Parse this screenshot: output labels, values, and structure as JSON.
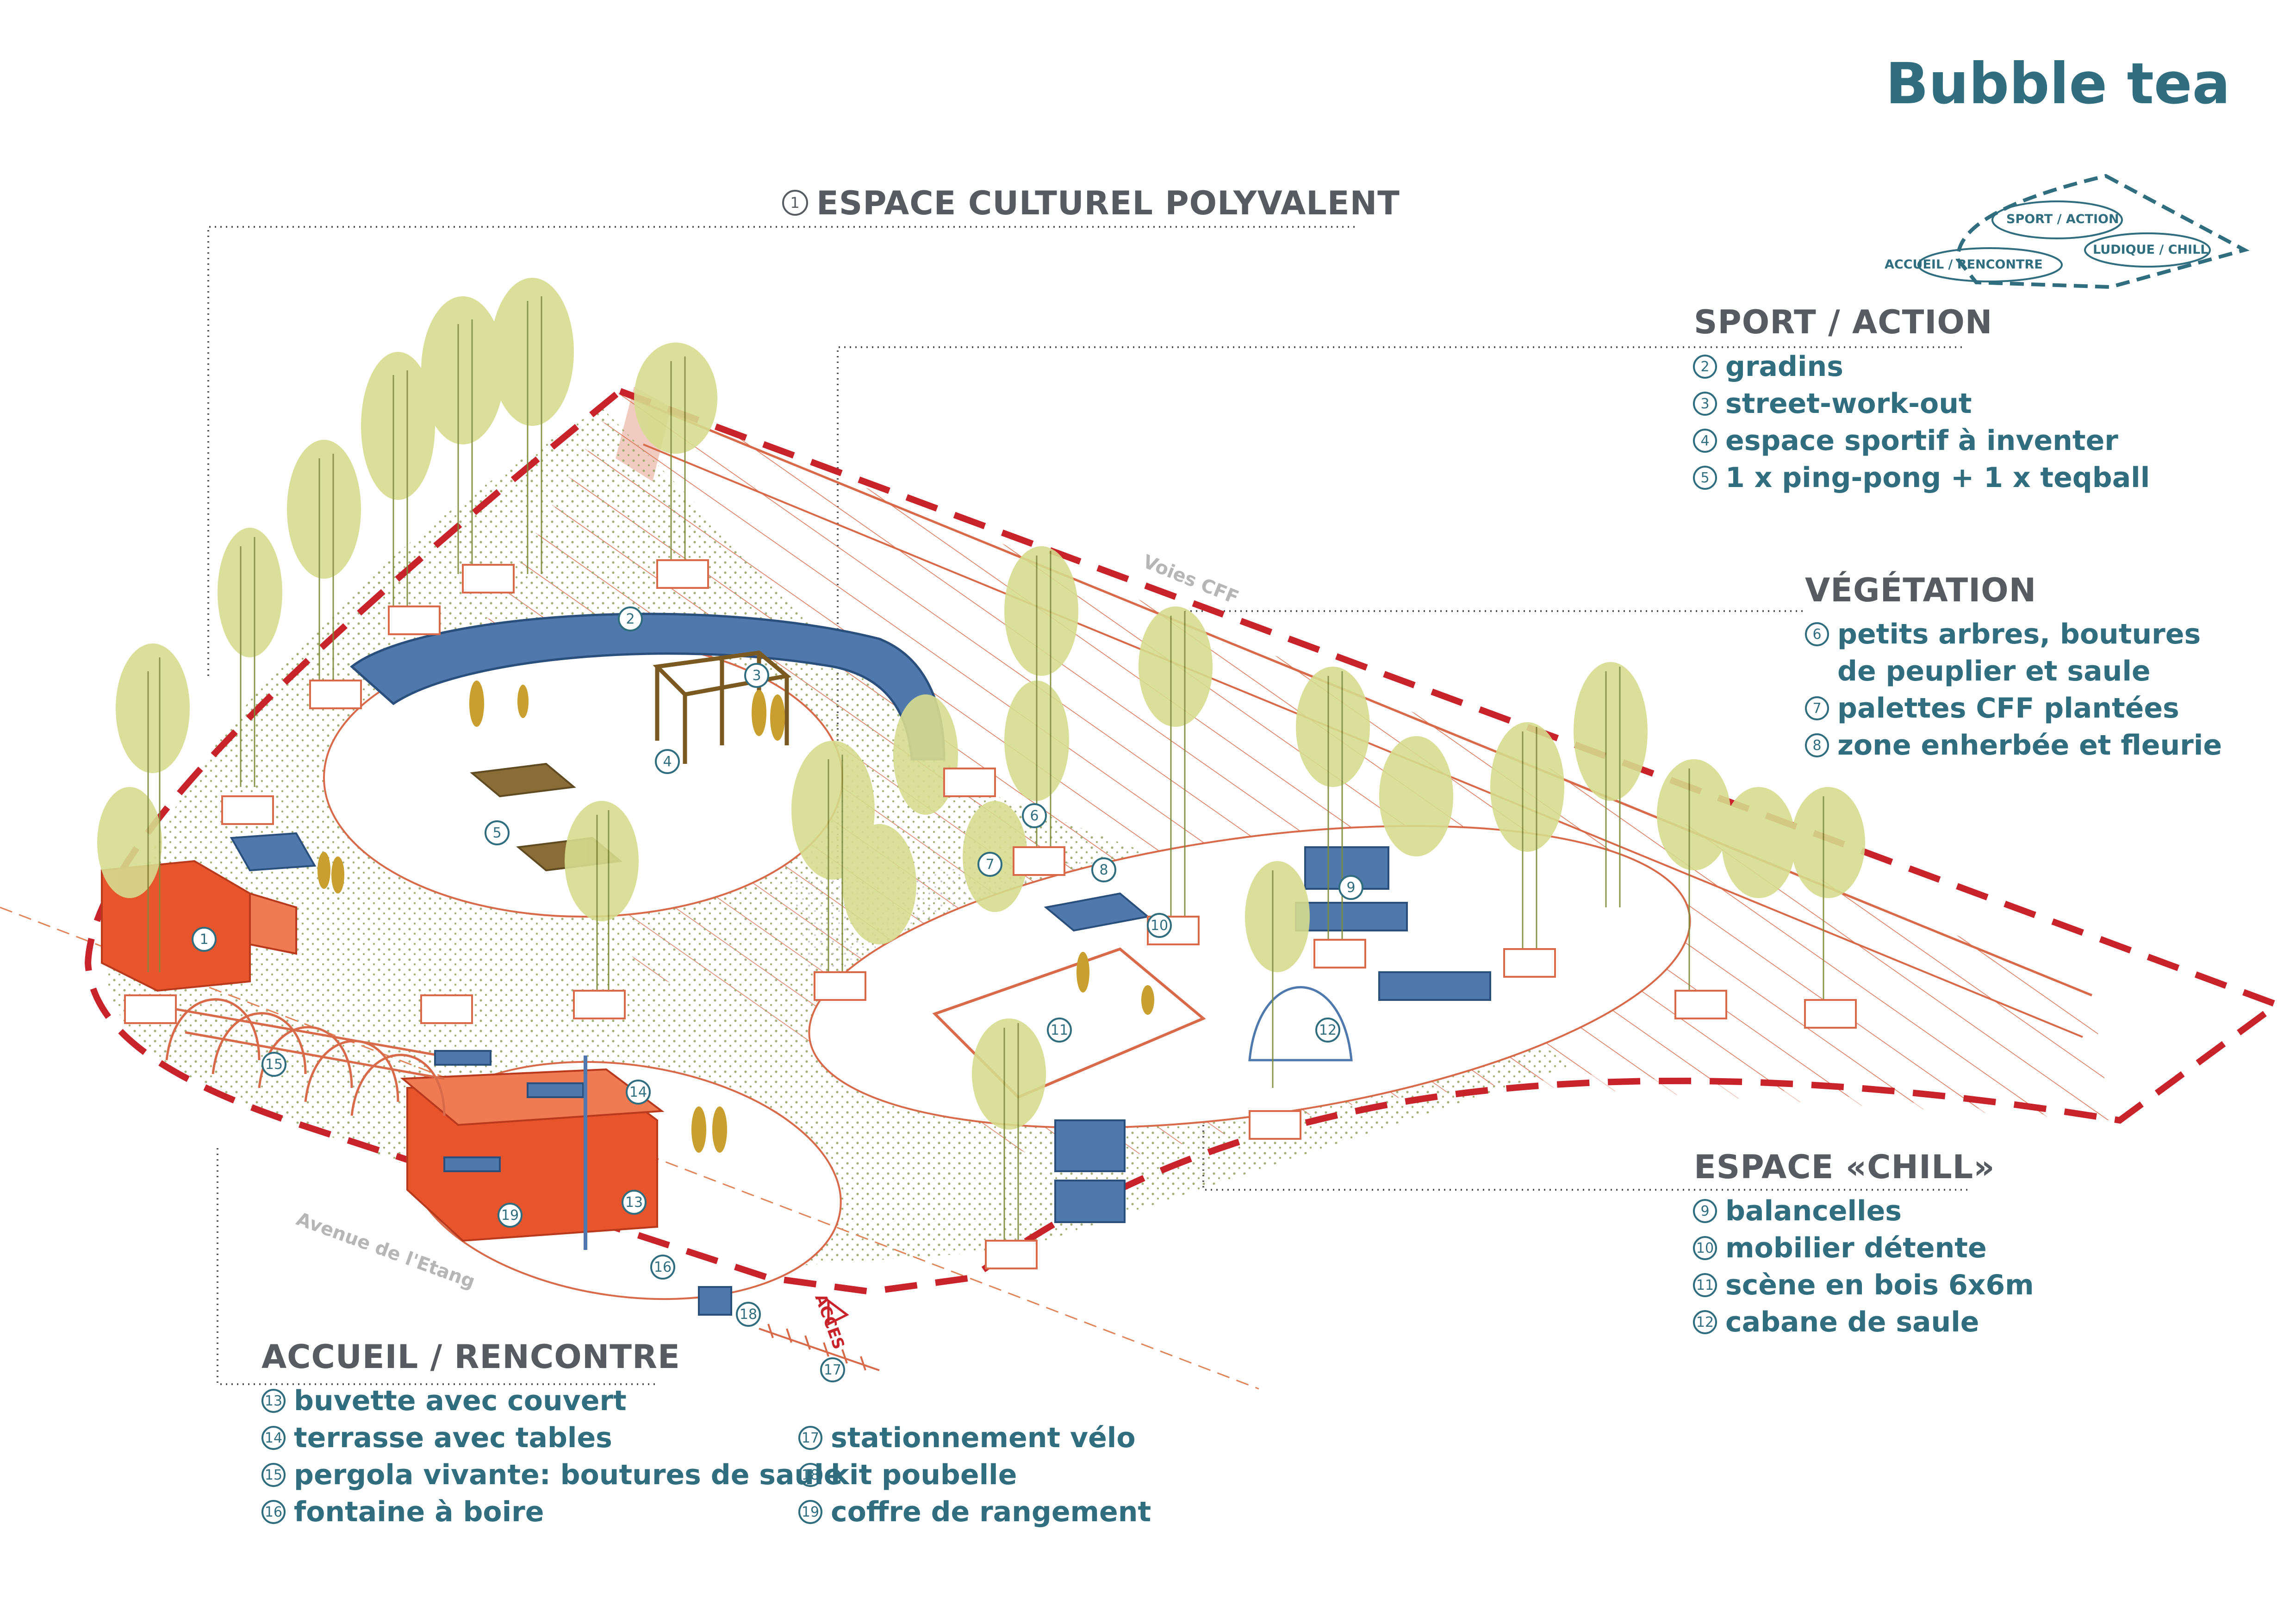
{
  "title": "Bubble tea",
  "colors": {
    "accent_teal": "#2f6d7f",
    "heading_gray": "#555b60",
    "boundary_red": "#c8232b",
    "hatch_red": "#d86a4a",
    "tree_canopy": "#d6dc8e",
    "tree_trunk": "#7d8a3a",
    "buvette_orange": "#e8542c",
    "furniture_blue": "#4f78ad",
    "people_ochre": "#c9a030",
    "street_label_gray": "#b6b6b6"
  },
  "zones": {
    "culturel": {
      "number": "1",
      "heading": "ESPACE CULTUREL POLYVALENT"
    },
    "sport": {
      "heading": "SPORT / ACTION",
      "items": [
        {
          "num": "2",
          "text": "gradins"
        },
        {
          "num": "3",
          "text": "street-work-out"
        },
        {
          "num": "4",
          "text": "espace sportif à inventer"
        },
        {
          "num": "5",
          "text": "1 x ping-pong + 1 x teqball"
        }
      ]
    },
    "vegetation": {
      "heading": "VÉGÉTATION",
      "items": [
        {
          "num": "6",
          "text": "petits arbres, boutures",
          "cont": "de peuplier et saule"
        },
        {
          "num": "7",
          "text": "palettes CFF plantées"
        },
        {
          "num": "8",
          "text": "zone enherbée et fleurie"
        }
      ]
    },
    "chill": {
      "heading": "ESPACE «CHILL»",
      "items": [
        {
          "num": "9",
          "text": "balancelles"
        },
        {
          "num": "10",
          "text": "mobilier détente"
        },
        {
          "num": "11",
          "text": "scène en bois 6x6m"
        },
        {
          "num": "12",
          "text": "cabane de saule"
        }
      ]
    },
    "accueil": {
      "heading": "ACCUEIL / RENCONTRE",
      "items_left": [
        {
          "num": "13",
          "text": "buvette avec couvert"
        },
        {
          "num": "14",
          "text": "terrasse avec tables"
        },
        {
          "num": "15",
          "text": "pergola vivante: boutures de saule"
        },
        {
          "num": "16",
          "text": "fontaine à boire"
        }
      ],
      "items_right": [
        {
          "num": "17",
          "text": "stationnement vélo"
        },
        {
          "num": "18",
          "text": "kit poubelle"
        },
        {
          "num": "19",
          "text": "coffre de rangement"
        }
      ]
    }
  },
  "mini_map": {
    "sport": "SPORT / ACTION",
    "accueil": "ACCUEIL / RENCONTRE",
    "ludique": "LUDIQUE / CHILL"
  },
  "site_labels": {
    "voies_cff": "Voies CFF",
    "avenue": "Avenue de l'Etang",
    "acces": "ACCES"
  },
  "plan_markers": [
    "1",
    "2",
    "3",
    "4",
    "5",
    "6",
    "7",
    "8",
    "9",
    "10",
    "11",
    "12",
    "13",
    "14",
    "15",
    "16",
    "17",
    "18",
    "19"
  ]
}
